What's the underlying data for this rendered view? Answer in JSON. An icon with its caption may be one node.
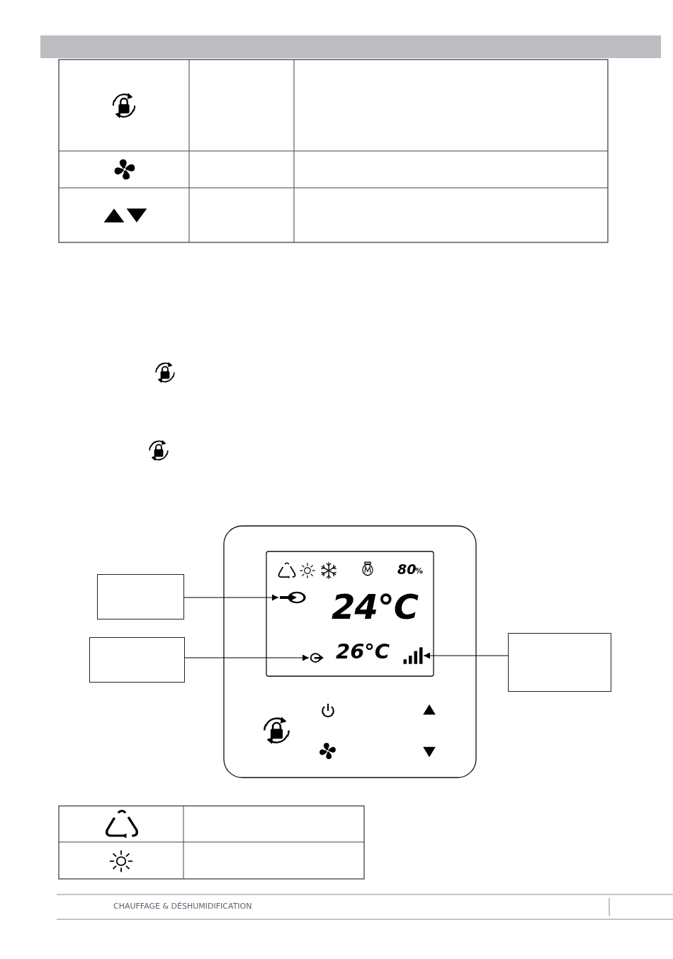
{
  "diagram": {
    "nodes": [
      {
        "text": [],
        "shape": "box"
      },
      {
        "text": [],
        "shape": "box"
      },
      {
        "text": [],
        "shape": "box"
      },
      {
        "text": [],
        "shape": "picture"
      },
      {
        "text": [],
        "shape": "picture"
      },
      {
        "text": [],
        "shape": "picture"
      }
    ],
    "edges": [
      {
        "from": 0,
        "to": 3,
        "arrow": "to"
      },
      {
        "from": 1,
        "to": 4,
        "arrow": "to"
      },
      {
        "from": 2,
        "to": 5,
        "arrow": "to"
      }
    ],
    "labels": [
      "80",
      "%",
      "24°C",
      "26°C",
      "CHAUFFAGE & DÉSHUMIDIFICATION"
    ]
  }
}
